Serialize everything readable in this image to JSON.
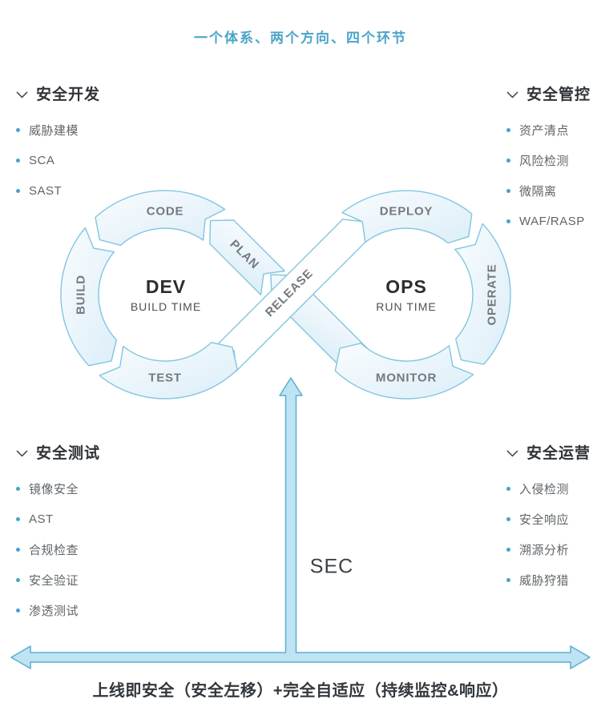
{
  "title": "一个体系、两个方向、四个环节",
  "sections": {
    "dev": {
      "heading": "安全开发",
      "items": [
        "威胁建模",
        "SCA",
        "SAST"
      ]
    },
    "control": {
      "heading": "安全管控",
      "items": [
        "资产清点",
        "风险检测",
        "微隔离",
        "WAF/RASP"
      ]
    },
    "testing": {
      "heading": "安全测试",
      "items": [
        "镜像安全",
        "AST",
        "合规检查",
        "安全验证",
        "渗透测试"
      ]
    },
    "operation": {
      "heading": "安全运营",
      "items": [
        "入侵检测",
        "安全响应",
        "溯源分析",
        "威胁狩猎"
      ]
    }
  },
  "loop": {
    "stages": {
      "code": "CODE",
      "plan": "PLAN",
      "build": "BUILD",
      "test": "TEST",
      "release": "RELEASE",
      "deploy": "DEPLOY",
      "operate": "OPERATE",
      "monitor": "MONITOR"
    },
    "dev_center": {
      "title": "DEV",
      "subtitle": "BUILD TIME"
    },
    "ops_center": {
      "title": "OPS",
      "subtitle": "RUN TIME"
    }
  },
  "sec": {
    "label": "SEC"
  },
  "caption": "上线即安全（安全左移）+完全自适应（持续监控&响应）",
  "colors": {
    "title": "#4ba4c8",
    "band_stroke": "#82c5e1",
    "band_fill_start": "#f9fcfe",
    "band_fill_end": "#dceef8",
    "sec_arrow_fill": "#bee3f2",
    "sec_arrow_stroke": "#58aed3",
    "bullet": "#4aa0cf",
    "heading_text": "#2f3338",
    "item_text": "#5f6569",
    "stage_text": "#75797d"
  }
}
